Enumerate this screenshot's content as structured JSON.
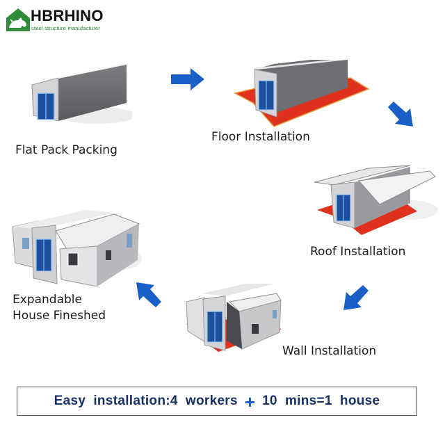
{
  "logo": {
    "brand": "HBRHINO",
    "tagline": "steel structure manufacturer",
    "icon": "rhino-house-icon",
    "color": "#2e8b3a"
  },
  "steps": [
    {
      "id": 1,
      "label": "Flat Pack Packing",
      "illustration": "folded-container-icon"
    },
    {
      "id": 2,
      "label": "Floor Installation",
      "illustration": "container-with-floor-icon"
    },
    {
      "id": 3,
      "label": "Roof Installation",
      "illustration": "container-with-roof-icon"
    },
    {
      "id": 4,
      "label": "Wall Installation",
      "illustration": "container-with-walls-icon"
    },
    {
      "id": 5,
      "label_line1": "Expandable",
      "label_line2": "House Fineshed",
      "illustration": "finished-house-icon"
    }
  ],
  "arrows": [
    {
      "from": 1,
      "to": 2,
      "direction": "right"
    },
    {
      "from": 2,
      "to": 3,
      "direction": "down-right"
    },
    {
      "from": 3,
      "to": 4,
      "direction": "down-left"
    },
    {
      "from": 4,
      "to": 5,
      "direction": "up-left"
    }
  ],
  "banner": {
    "left": "Easy  installation:4  workers",
    "plus": "+",
    "right": "10  mins=1  house"
  },
  "colors": {
    "arrow_blue": "#1a5ec8",
    "floor_red": "#e0301e",
    "door_blue": "#1d4fa0",
    "banner_text": "#17306a",
    "container_grey": "#8a8a8e"
  }
}
